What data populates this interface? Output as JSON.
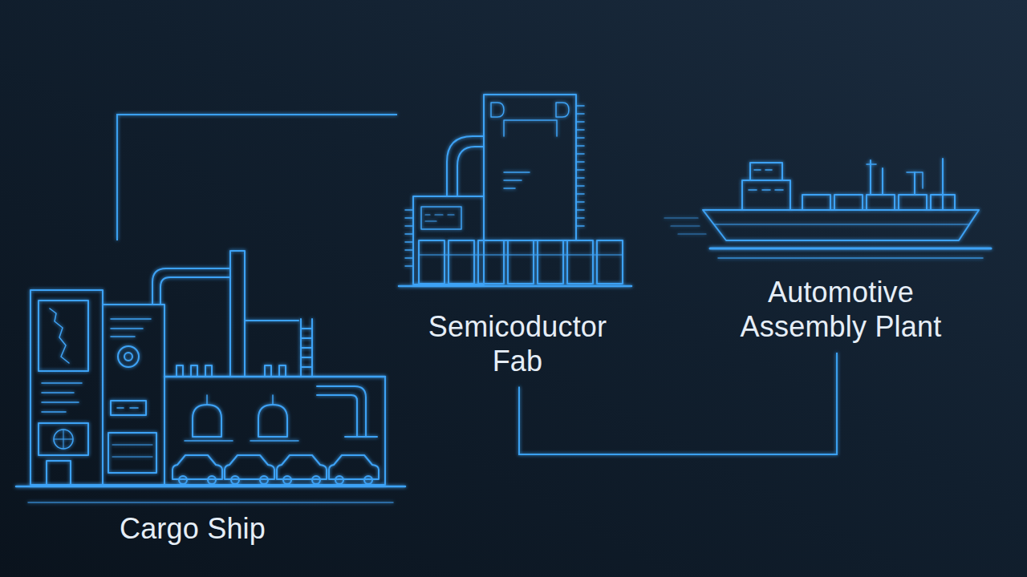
{
  "diagram": {
    "nodes": [
      {
        "text": [
          "Cargo Ship"
        ]
      },
      {
        "text": [
          "Semicoductor Fab"
        ]
      },
      {
        "text": [
          "Automotive Assembly Plant"
        ]
      }
    ],
    "edges": [
      {
        "from": 0,
        "to": 1,
        "arrow": "none"
      },
      {
        "from": 1,
        "to": 2,
        "arrow": "none"
      }
    ]
  }
}
